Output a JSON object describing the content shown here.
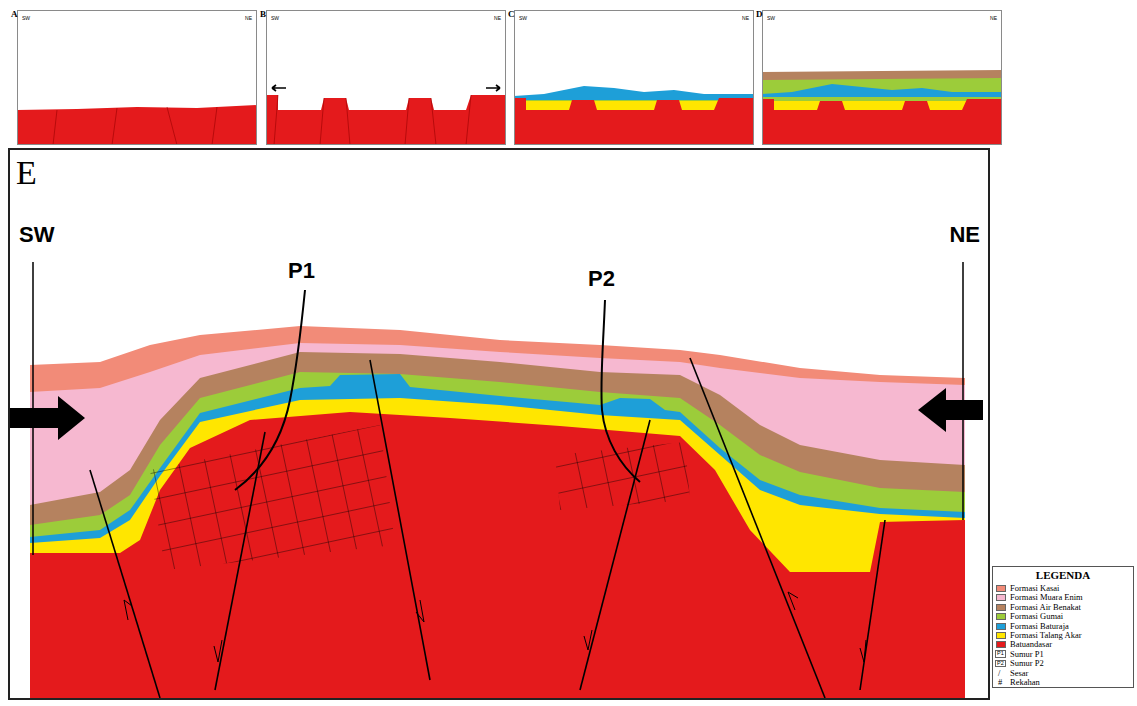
{
  "diagram": {
    "nodes": [
      {
        "text": [
          "A",
          "SW",
          "NE"
        ]
      },
      {
        "text": [
          "B",
          "SW",
          "NE"
        ]
      },
      {
        "text": [
          "C",
          "SW",
          "NE"
        ]
      },
      {
        "text": [
          "D",
          "SW",
          "NE"
        ]
      },
      {
        "text": [
          "E",
          "SW",
          "NE",
          "P1",
          "P2"
        ]
      }
    ],
    "labels": [
      "LEGENDA",
      "P1",
      "P2",
      "/",
      "#"
    ],
    "legend": [
      {
        "text": "Formasi Kasai",
        "color": "#f28b78"
      },
      {
        "text": "Formasi Muara Enim",
        "color": "#f6b8d0"
      },
      {
        "text": "Formasi Air Benakat",
        "color": "#b5825f"
      },
      {
        "text": "Formasi Gumai",
        "color": "#9ccc3a"
      },
      {
        "text": "Formasi Baturaja",
        "color": "#1e9fd8"
      },
      {
        "text": "Formasi Talang Akar",
        "color": "#ffe600"
      },
      {
        "text": "Batuandasar",
        "color": "#e41a1c"
      },
      {
        "text": "Sumur P1"
      },
      {
        "text": "Sumur P2"
      },
      {
        "text": "Sesar"
      },
      {
        "text": "Rekahan"
      }
    ]
  }
}
